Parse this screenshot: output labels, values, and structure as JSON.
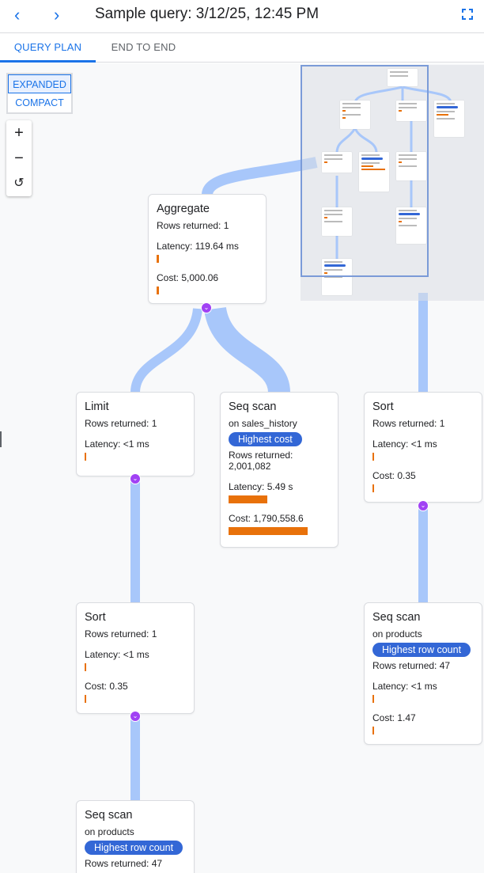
{
  "header": {
    "title": "Sample query: 3/12/25, 12:45 PM",
    "back_icon": "chevron-left-icon",
    "forward_icon": "chevron-right-icon",
    "fullscreen_icon": "fullscreen-icon"
  },
  "tabs": [
    {
      "label": "QUERY PLAN",
      "active": true
    },
    {
      "label": "END TO END",
      "active": false
    }
  ],
  "view_mode": {
    "options": [
      "EXPANDED",
      "COMPACT"
    ],
    "selected": "EXPANDED"
  },
  "zoom_controls": {
    "zoom_in": "+",
    "zoom_out": "−",
    "reset": "↺"
  },
  "colors": {
    "accent": "#1a73e8",
    "edge": "#a8c7fa",
    "bar": "#e8710a",
    "badge": "#3367d6",
    "expand": "#a142f4"
  },
  "nodes": {
    "aggregate": {
      "title": "Aggregate",
      "rows": "Rows returned: 1",
      "latency": "Latency: 119.64 ms",
      "cost": "Cost: 5,000.06"
    },
    "limit": {
      "title": "Limit",
      "rows": "Rows returned: 1",
      "latency": "Latency: <1 ms"
    },
    "seq_sales": {
      "title": "Seq scan",
      "on": "on sales_history",
      "badge": "Highest cost",
      "rows": "Rows returned: 2,001,082",
      "latency": "Latency: 5.49 s",
      "cost": "Cost: 1,790,558.6"
    },
    "sort_right": {
      "title": "Sort",
      "rows": "Rows returned: 1",
      "latency": "Latency: <1 ms",
      "cost": "Cost: 0.35"
    },
    "sort_left": {
      "title": "Sort",
      "rows": "Rows returned: 1",
      "latency": "Latency: <1 ms",
      "cost": "Cost: 0.35"
    },
    "seq_products_right": {
      "title": "Seq scan",
      "on": "on products",
      "badge": "Highest row count",
      "rows": "Rows returned: 47",
      "latency": "Latency: <1 ms",
      "cost": "Cost: 1.47"
    },
    "seq_products_bottom": {
      "title": "Seq scan",
      "on": "on products",
      "badge": "Highest row count",
      "rows": "Rows returned: 47"
    }
  }
}
